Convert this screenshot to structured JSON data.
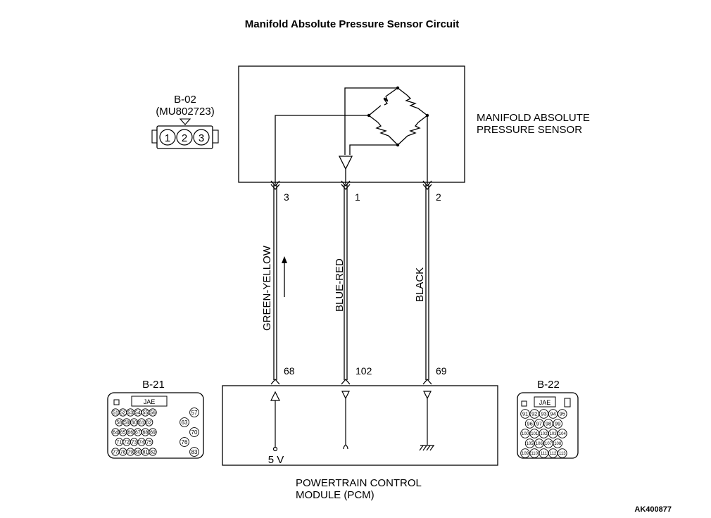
{
  "title": "Manifold Absolute Pressure Sensor Circuit",
  "sensor": {
    "label_line1": "MANIFOLD ABSOLUTE",
    "label_line2": "PRESSURE SENSOR"
  },
  "pcm": {
    "label_line1": "POWERTRAIN CONTROL",
    "label_line2": "MODULE (PCM)",
    "supply": "5 V"
  },
  "connector_b02": {
    "id": "B-02",
    "part": "(MU802723)",
    "pins": [
      "1",
      "2",
      "3"
    ]
  },
  "connector_b21": {
    "id": "B-21",
    "maker": "JAE",
    "rows": [
      [
        "51",
        "52",
        "53",
        "54",
        "55",
        "56"
      ],
      [
        "58",
        "59",
        "60",
        "61",
        "62"
      ],
      [
        "64",
        "65",
        "66",
        "67",
        "68",
        "69"
      ],
      [
        "71",
        "72",
        "73",
        "74",
        "75"
      ],
      [
        "77",
        "78",
        "79",
        "80",
        "81",
        "82"
      ]
    ],
    "side_pins": [
      "57",
      "63",
      "70",
      "76",
      "83"
    ]
  },
  "connector_b22": {
    "id": "B-22",
    "maker": "JAE",
    "rows": [
      [
        "91",
        "92",
        "93",
        "94",
        "95"
      ],
      [
        "96",
        "97",
        "98",
        "99"
      ],
      [
        "100",
        "101",
        "102",
        "103",
        "104"
      ],
      [
        "105",
        "106",
        "107",
        "108"
      ],
      [
        "109",
        "110",
        "111",
        "112",
        "113"
      ]
    ]
  },
  "wires": [
    {
      "color": "GREEN-YELLOW",
      "sensor_pin": "3",
      "pcm_pin": "68"
    },
    {
      "color": "BLUE-RED",
      "sensor_pin": "1",
      "pcm_pin": "102"
    },
    {
      "color": "BLACK",
      "sensor_pin": "2",
      "pcm_pin": "69"
    }
  ],
  "reference_code": "AK400877"
}
